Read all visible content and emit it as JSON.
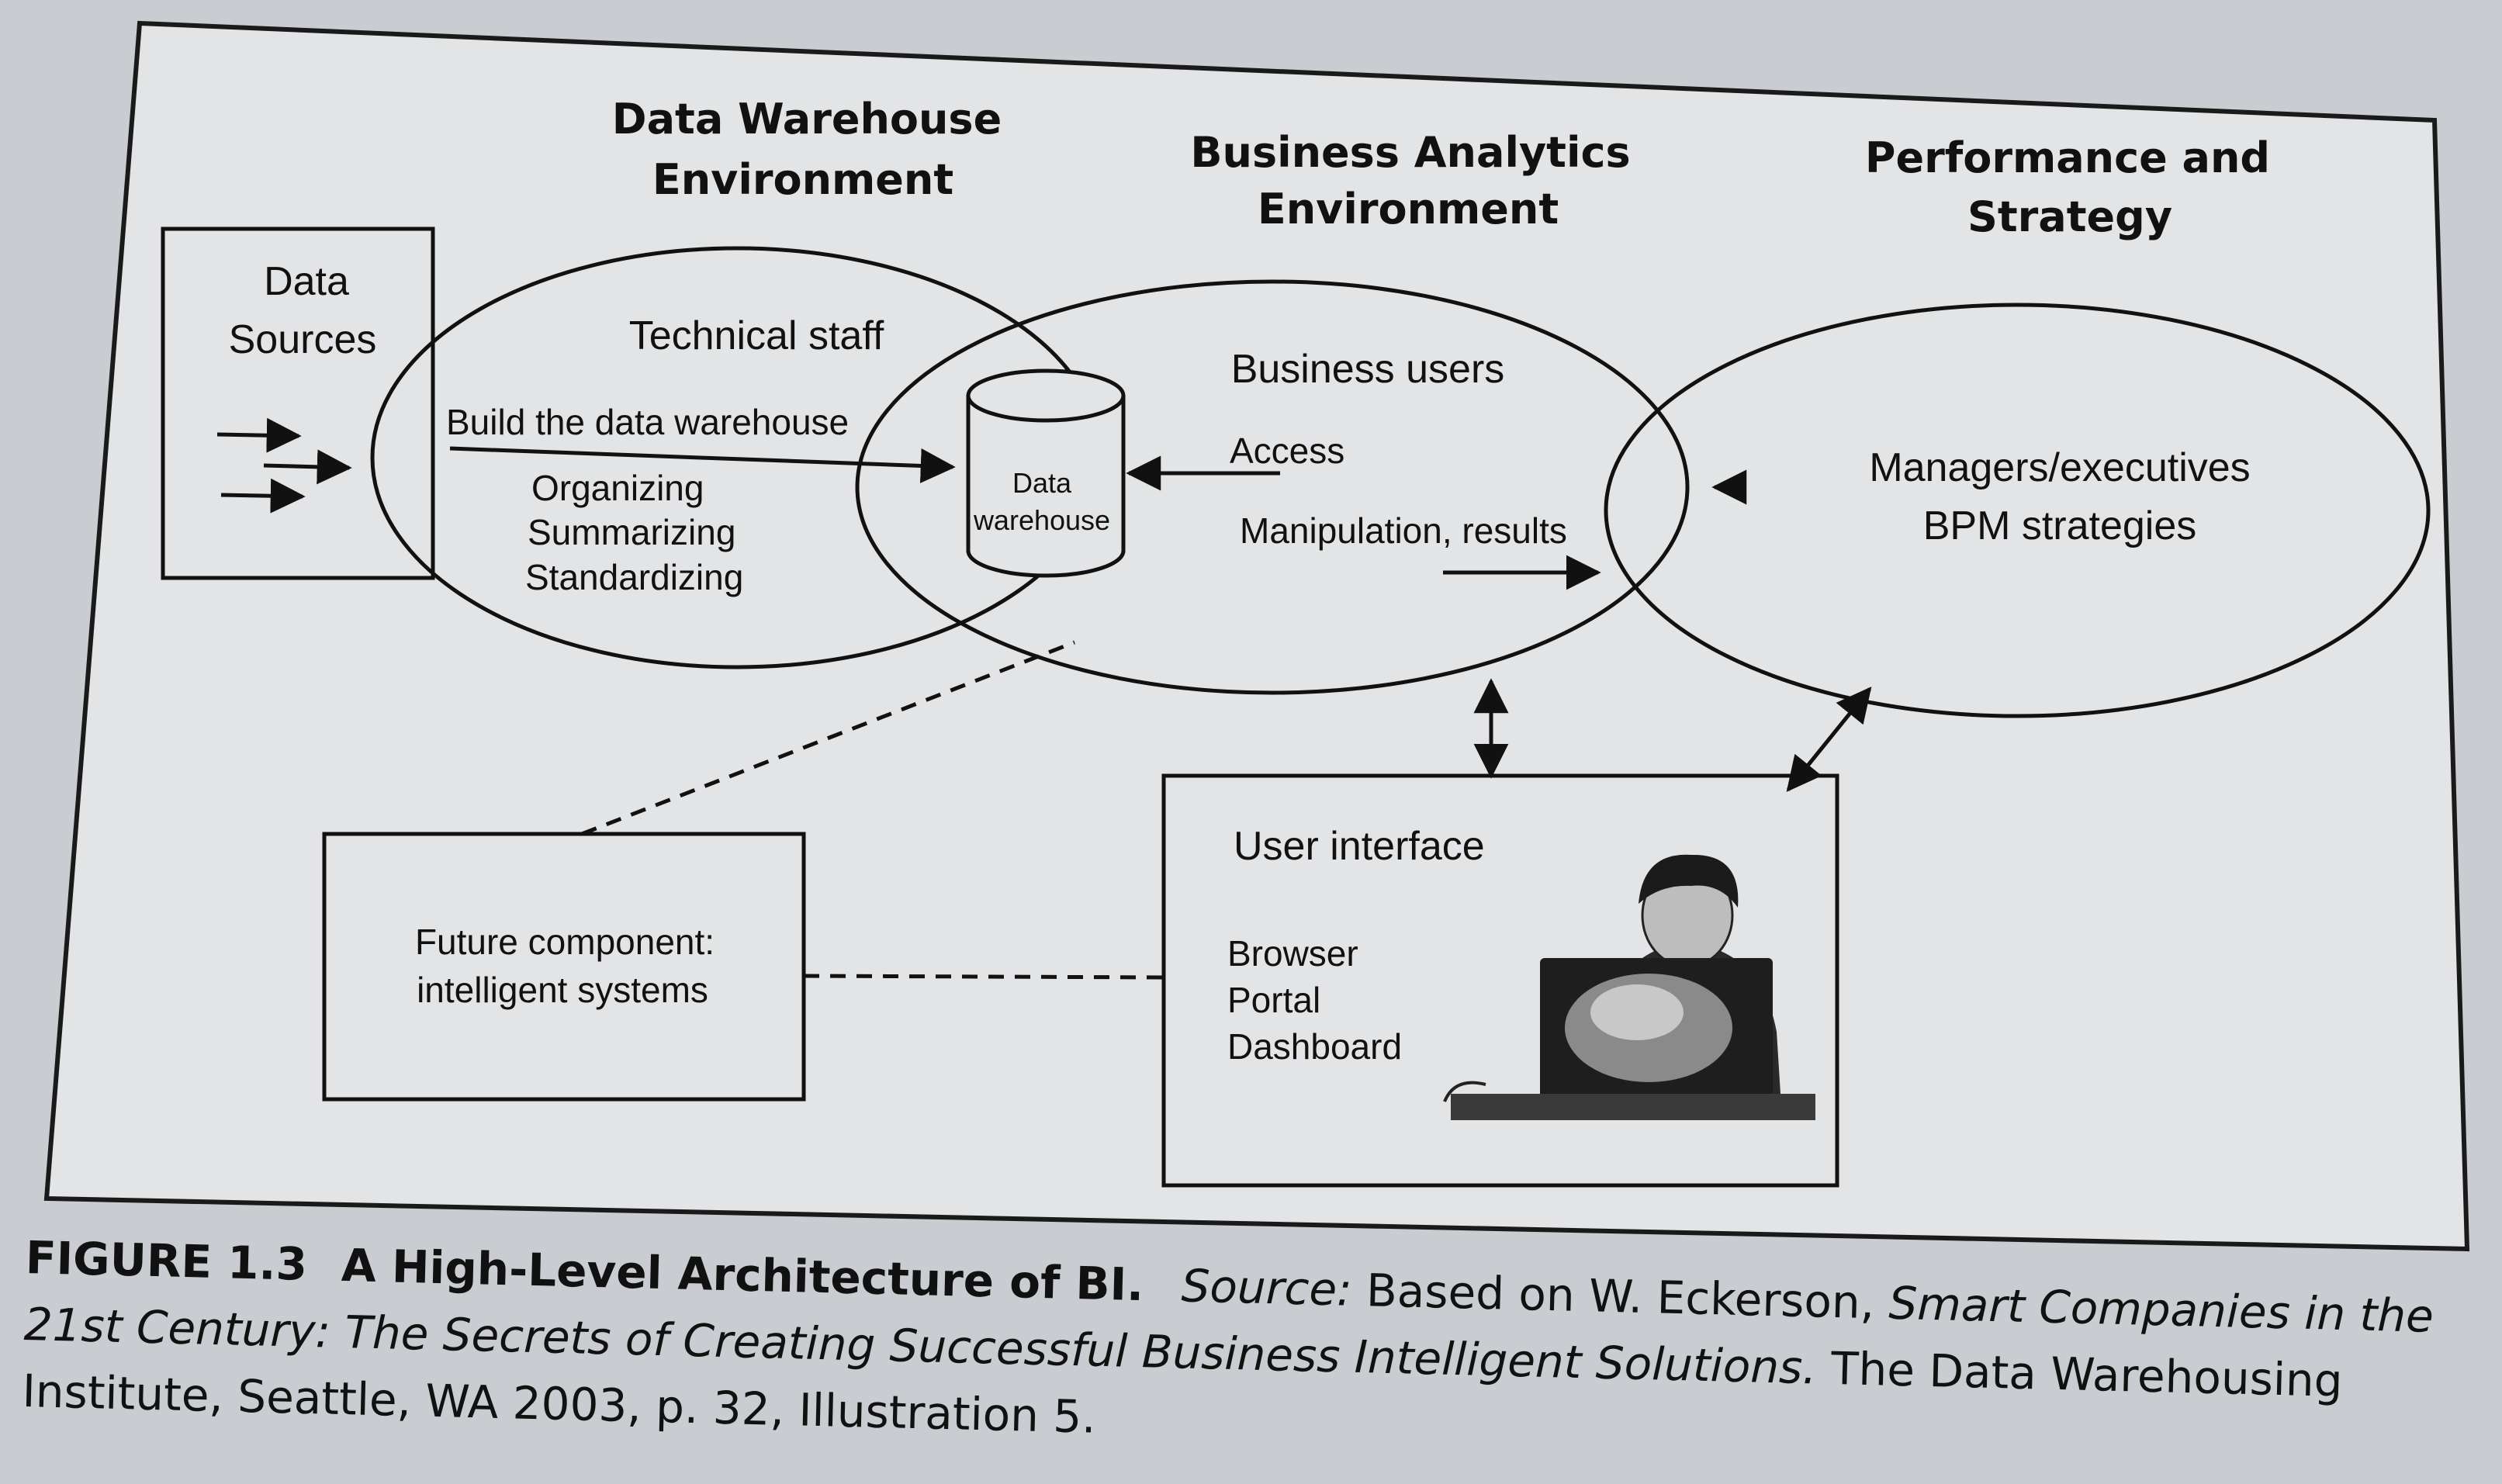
{
  "headers": {
    "dw_line1": "Data Warehouse",
    "dw_line2": "Environment",
    "ba_line1": "Business Analytics",
    "ba_line2": "Environment",
    "ps_line1": "Performance and",
    "ps_line2": "Strategy"
  },
  "data_sources": {
    "line1": "Data",
    "line2": "Sources"
  },
  "dw_circle": {
    "title": "Technical staff",
    "build": "Build the data warehouse",
    "step1": "Organizing",
    "step2": "Summarizing",
    "step3": "Standardizing"
  },
  "warehouse": {
    "line1": "Data",
    "line2": "warehouse"
  },
  "ba_circle": {
    "title": "Business users",
    "access": "Access",
    "manip": "Manipulation, results"
  },
  "ps_circle": {
    "line1": "Managers/executives",
    "line2": "BPM strategies"
  },
  "future": {
    "line1": "Future component:",
    "line2": "intelligent systems"
  },
  "ui_box": {
    "title": "User interface",
    "item1": "Browser",
    "item2": "Portal",
    "item3": "Dashboard"
  },
  "caption": {
    "figure": "FIGURE 1.3",
    "title": "A High-Level Architecture of BI.",
    "source_label": "Source:",
    "source_text": "Based on W. Eckerson,",
    "book": "Smart Companies in the 21st Century: The Secrets of Creating Successful Business Intelligent Solutions.",
    "publisher": "The Data Warehousing Institute, Seattle, WA 2003, p. 32, Illustration 5."
  }
}
